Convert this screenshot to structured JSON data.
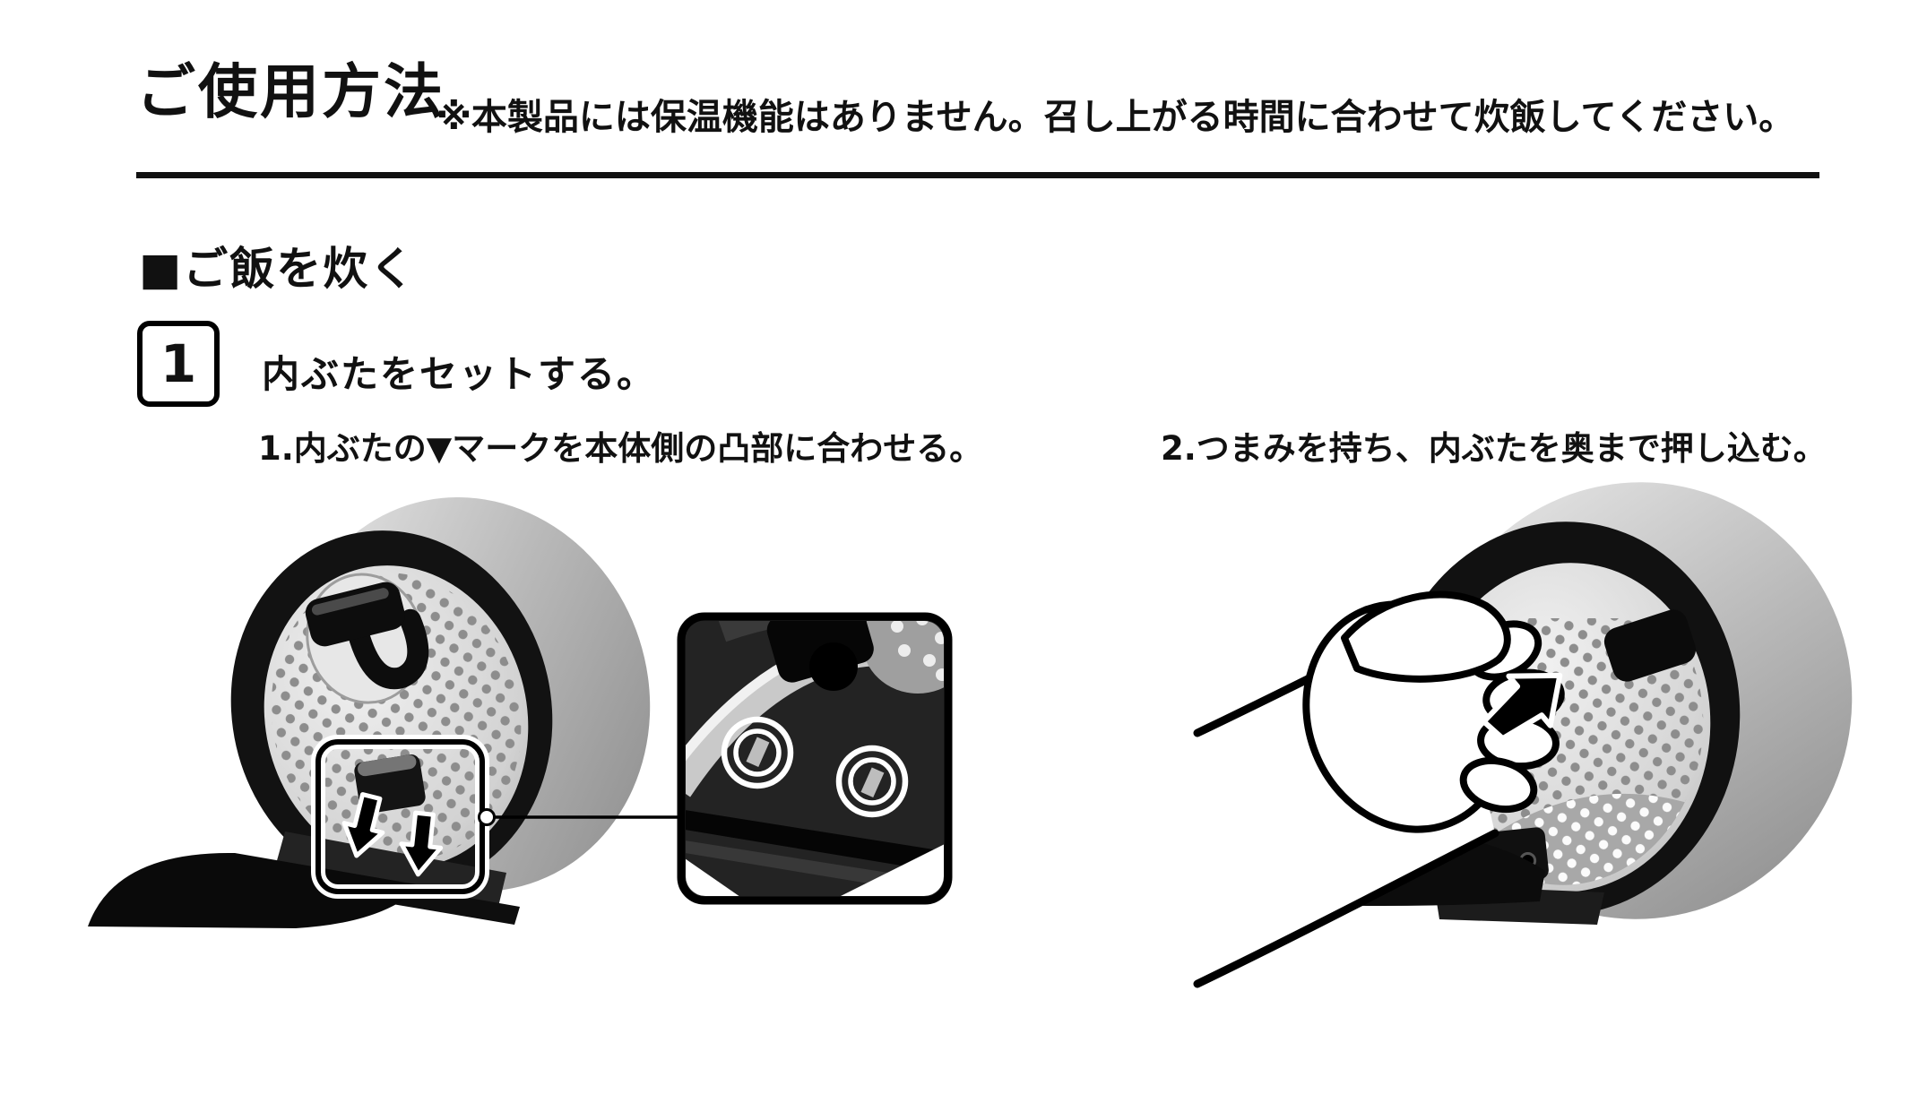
{
  "document": {
    "title": "ご使用方法",
    "note": "※本製品には保温機能はありません。召し上がる時間に合わせて炊飯してください。",
    "section_heading": "■ご飯を炊く",
    "step": {
      "number": "1",
      "title": "内ぶたをセットする。",
      "substeps": [
        "1.内ぶたの▼マークを本体側の凸部に合わせる。",
        "2.つまみを持ち、内ぶたを奥まで押し込む。"
      ]
    },
    "illustrations": {
      "left": "inner-lid-open-with-alignment-arrows",
      "magnified": "body-side-protrusions-detail",
      "right": "hand-holding-knob-pushing-inner-lid"
    },
    "colors": {
      "ink": "#111111",
      "paper": "#ffffff",
      "shell_gray": "#b9b9b9",
      "plate_silver": "#d2d2d2"
    }
  }
}
